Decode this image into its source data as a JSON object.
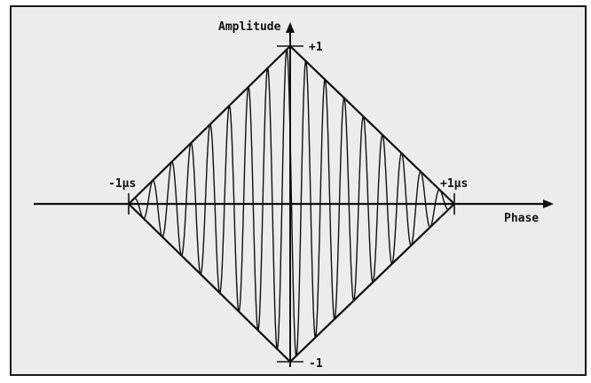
{
  "diagram": {
    "y_axis_label": "Amplitude",
    "x_axis_label": "Phase",
    "y_top_label": "+1",
    "y_bottom_label": "-1",
    "x_left_label": "-1µs",
    "x_right_label": "+1µs"
  },
  "colors": {
    "paper": "#ececec",
    "ink": "#111111",
    "frame": "#1a1a1a"
  }
}
